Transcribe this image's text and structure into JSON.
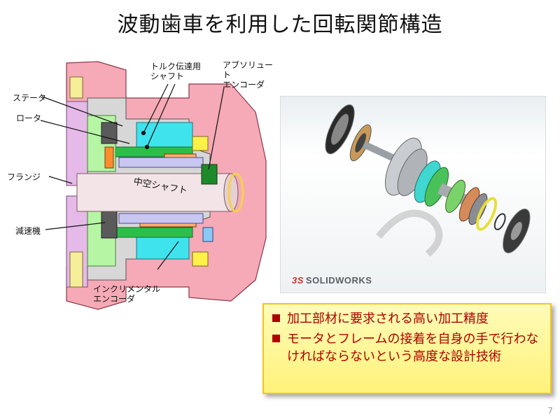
{
  "title": "波動歯車を利用した回転関節構造",
  "diagram": {
    "labels": {
      "stator": "ステータ",
      "rotor": "ロータ",
      "flange": "フランジ",
      "reducer": "減速機",
      "torque_shaft": "トルク伝達用\nシャフト",
      "abs_encoder": "アブソリュート\nエンコーダ",
      "inc_encoder": "インクリメンタル\nエンコーダ",
      "hollow_shaft": "中空シャフト"
    }
  },
  "photo": {
    "logo_mark": "3S",
    "logo_text": "SOLIDWORKS"
  },
  "callout": {
    "items": [
      "加工部材に要求される高い加工精度",
      "モータとフレームの接着を自身の手で行わなければならないという高度な設計技術"
    ],
    "bullet_color": "#b00000"
  },
  "page_number": "7"
}
